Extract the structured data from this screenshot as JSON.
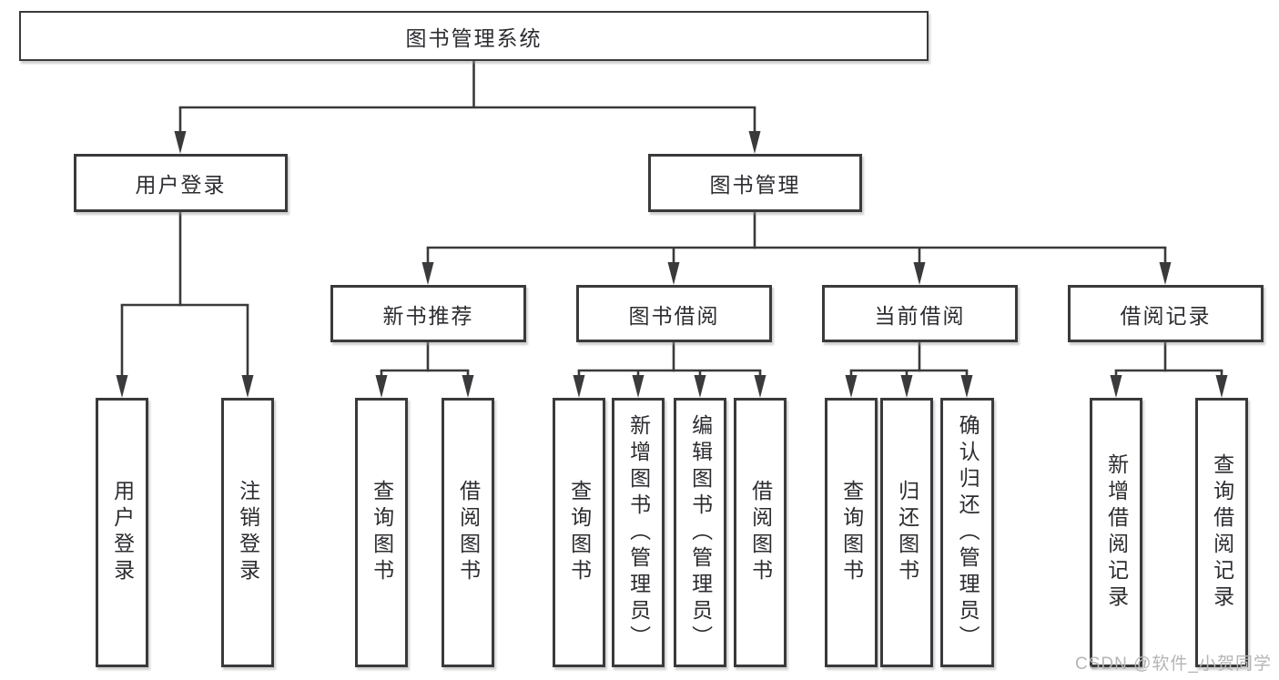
{
  "diagram": {
    "root": {
      "label": "图书管理系统"
    },
    "level2": [
      {
        "label": "用户登录"
      },
      {
        "label": "图书管理"
      }
    ],
    "level3": [
      {
        "label": "新书推荐",
        "parent": "图书管理"
      },
      {
        "label": "图书借阅",
        "parent": "图书管理"
      },
      {
        "label": "当前借阅",
        "parent": "图书管理"
      },
      {
        "label": "借阅记录",
        "parent": "图书管理"
      }
    ],
    "leaves": [
      {
        "label": "用户登录",
        "parent": "用户登录"
      },
      {
        "label": "注销登录",
        "parent": "用户登录"
      },
      {
        "label": "查询图书",
        "parent": "新书推荐"
      },
      {
        "label": "借阅图书",
        "parent": "新书推荐"
      },
      {
        "label": "查询图书",
        "parent": "图书借阅"
      },
      {
        "label": "新增图书（管理员）",
        "parent": "图书借阅"
      },
      {
        "label": "编辑图书（管理员）",
        "parent": "图书借阅"
      },
      {
        "label": "借阅图书",
        "parent": "图书借阅"
      },
      {
        "label": "查询图书",
        "parent": "当前借阅"
      },
      {
        "label": "归还图书",
        "parent": "当前借阅"
      },
      {
        "label": "确认归还（管理员）",
        "parent": "当前借阅"
      },
      {
        "label": "新增借阅记录",
        "parent": "借阅记录"
      },
      {
        "label": "查询借阅记录",
        "parent": "借阅记录"
      }
    ],
    "watermark": "CSDN @软件_小贺同学",
    "colors": {
      "line": "#3a3a3d",
      "text": "#2c2c31",
      "watermark": "#b5b5b5",
      "background": "#ffffff"
    }
  }
}
